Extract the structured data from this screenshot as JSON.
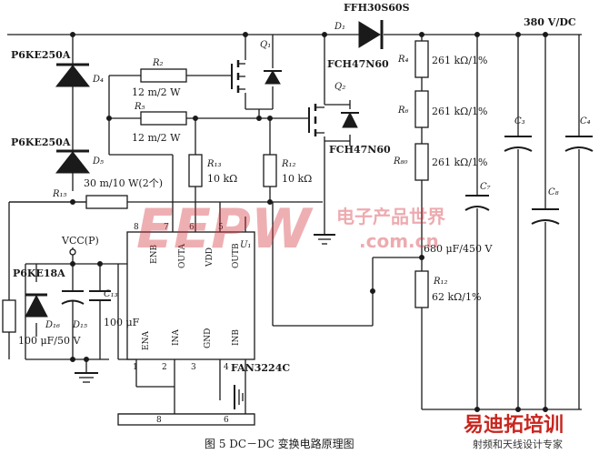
{
  "figure": {
    "caption": "图 5   DC－DC 变换电路原理图",
    "output_voltage": "380 V/DC"
  },
  "components": {
    "d1_part": "FFH30S60S",
    "d1_ref": "D₁",
    "q1_ref": "Q₁",
    "q2_ref": "Q₂",
    "q2_part": "FCH47N60",
    "q1_part": "FCH47N60",
    "d4_part": "P6KE250A",
    "d4_ref": "D₄",
    "d5_part": "P6KE250A",
    "d5_ref": "D₅",
    "d16_part": "P6KE18A",
    "d16_ref": "D₁₆",
    "d15_ref": "D₁₅",
    "r2_ref": "R₂",
    "r2_val": "12 m/2 W",
    "r5_ref": "R₅",
    "r5_val": "12 m/2 W",
    "r13_ref": "R₁₃",
    "r13_val": "10 kΩ",
    "r12_ref": "R₁₂",
    "r12_val": "10 kΩ",
    "r15_ref": "R₁₅",
    "r15_val": "30 m/10 W(2个)",
    "r4_ref": "R₄",
    "r4_val": "261 kΩ/1%",
    "r6_ref": "R₆",
    "r6_val": "261 kΩ/1%",
    "r80_ref": "R₈₀",
    "r80_val": "261 kΩ/1%",
    "r12b_ref": "R₁₂",
    "r12b_val": "62 kΩ/1%",
    "c3_ref": "C₃",
    "c4_ref": "C₄",
    "c7_ref": "C₇",
    "c7_val": "680 μF/450 V",
    "c8_ref": "C₈",
    "c13_ref": "C₁₃",
    "c13_val": "100 μF",
    "cap_left_val": "100 μF/50 V",
    "vcc": "VCC(P)",
    "ic_ref": "U₁",
    "ic_part": "FAN3224C"
  },
  "ic_pins": {
    "top_numbers": [
      "8",
      "7",
      "6",
      "5"
    ],
    "top_names": [
      "ENB",
      "OUTA",
      "VDD",
      "OUTB"
    ],
    "bottom_numbers": [
      "1",
      "2",
      "3",
      "4"
    ],
    "bottom_names": [
      "ENA",
      "INA",
      "GND",
      "INB"
    ],
    "connector_numbers": [
      "8",
      "6"
    ]
  },
  "watermark": {
    "brand": "EEPW",
    "chinese": "电子产品世界",
    "url": ".com.cn"
  },
  "logo": {
    "name": "易迪拓培训",
    "tagline": "射频和天线设计专家"
  }
}
